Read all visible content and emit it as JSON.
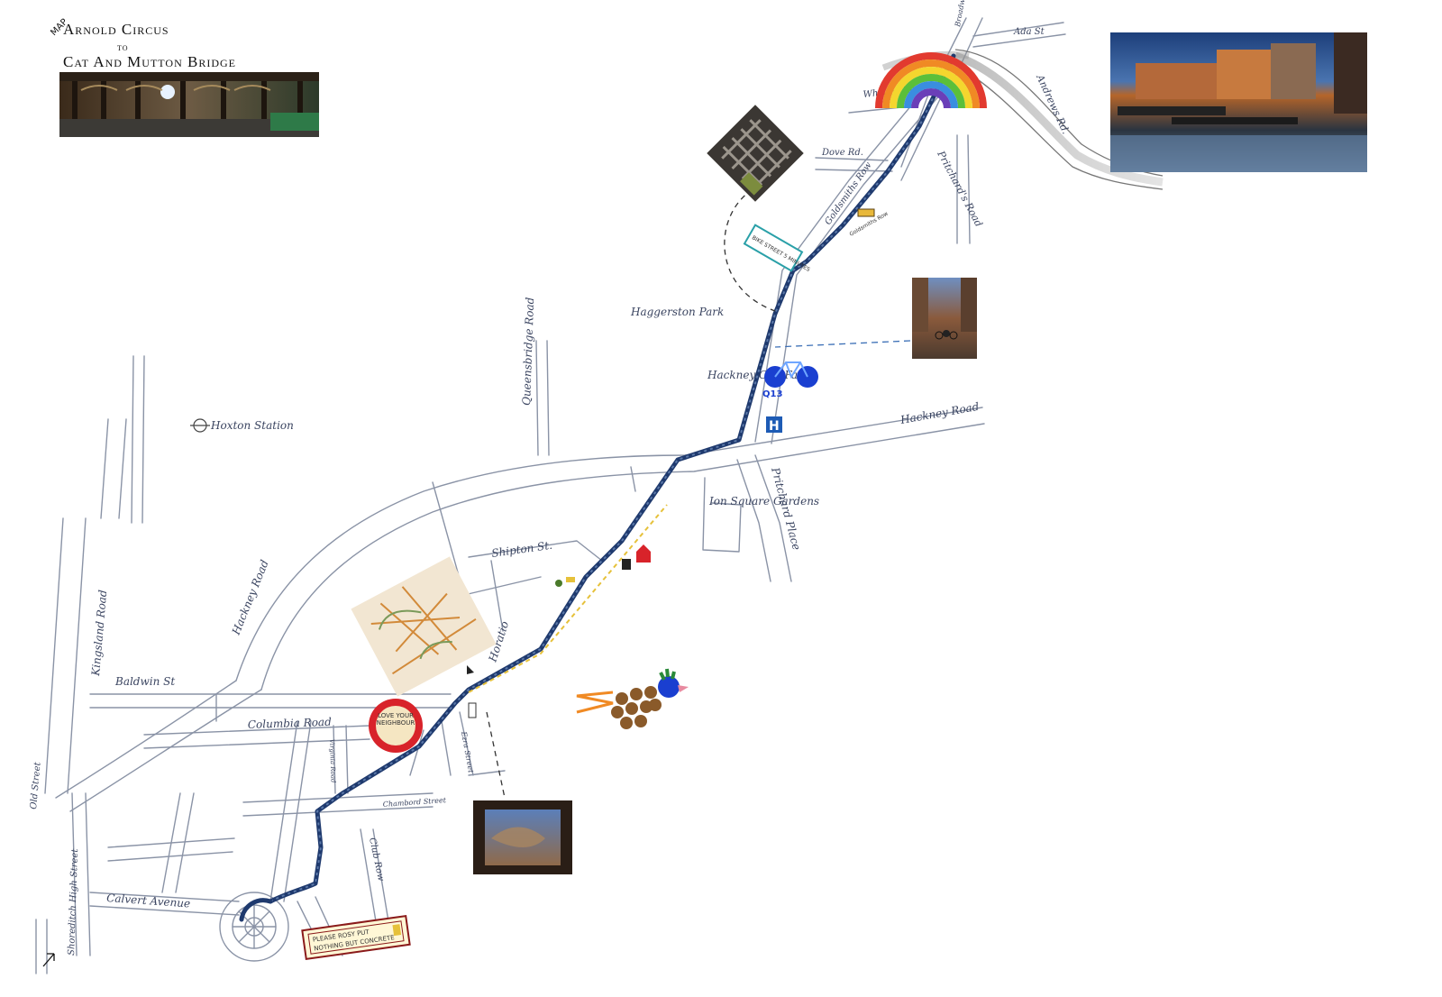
{
  "title": {
    "corner": "MAP",
    "line1": "Arnold Circus",
    "line2": "to",
    "line3": "Cat And Mutton Bridge"
  },
  "streets": {
    "hoxton_station": "Hoxton Station",
    "kingsland_road": "Kingsland Road",
    "queensbridge_road": "Queensbridge Road",
    "hackney_road_west": "Hackney Road",
    "hackney_road_east": "Hackney Road",
    "haggerston_park": "Haggerston Park",
    "hackney_city_farm": "Hackney City Farm",
    "ion_square_gardens": "Ion Square Gardens",
    "pritchards_place": "Pritchard Place",
    "shipton_st": "Shipton St.",
    "horatio_st": "Horatio",
    "columbia_road": "Columbia Road",
    "wellesley_st": "Baldwin St",
    "ezra_street": "Ezra Street",
    "chambord_street": "Chambord Street",
    "virginia_road": "Virginia Road",
    "old_street": "Old Street",
    "shoreditch_high_street": "Shoreditch High Street",
    "calvert_avenue": "Calvert Avenue",
    "club_row": "Club Row",
    "goldsmiths_row": "Goldsmiths Row",
    "dove_rd": "Dove Rd.",
    "pritchards_road": "Pritchard's Road",
    "andrews_rd": "Andrews Rd.",
    "ada_st": "Ada St",
    "broadway_mkt": "Broadway Mkt",
    "whiston_road": "Whiston Road",
    "cycle_route": "Q13"
  },
  "notes": {
    "bike_note": "BIKE STREET 5 MINUTES",
    "love_badge": "LOVE YOUR NEIGHBOUR",
    "street_sign": "Goldsmiths Row",
    "shop_tag": "Hackney",
    "rosy_note_line1": "PLEASE ROSY PUT",
    "rosy_note_line2": "NOTHING BUT CONCRETE"
  },
  "icons": {
    "hospital": "H",
    "underground": "underground-roundel-icon",
    "bicycle": "bicycle-icon",
    "rainbow": "rainbow-icon",
    "bird": "bird-collage-icon",
    "north": "north-arrow-icon"
  },
  "colors": {
    "route": "#1f3a6e",
    "streets": "#8a93a6",
    "hospital": "#1d5bb5",
    "bike": "#1a3fd0",
    "badge": "#d8232a"
  }
}
